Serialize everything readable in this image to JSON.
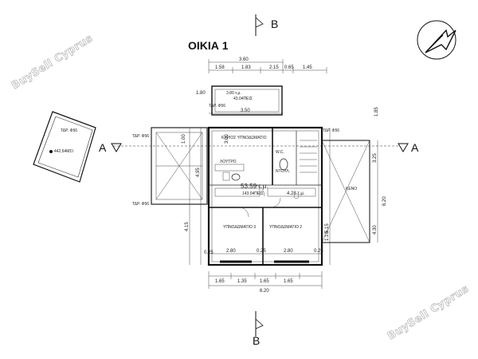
{
  "title": "ΟΙΚΙΑ 1",
  "section_marks": {
    "top": "B",
    "bottom": "B",
    "left": "A",
    "right": "A"
  },
  "watermark": "BuySell Cyprus",
  "plot": {
    "area": "442,64ΜΣΙ",
    "level": "ΤΔΡ. Φ56"
  },
  "rooms": {
    "master_bedroom": "ΚΥΡΙΟΣ ΥΠΝΟΔΩΜΑΤΙΟ",
    "bedroom3": "ΥΠΝΟΔΩΜΑΤΙΟ 3",
    "bedroom2": "ΥΠΝΟΔΩΜΑΤΙΟ 2",
    "void": "ΚΕΝΟ",
    "wc": "W.C.",
    "bath": "ΛΟΥΤΡΟ",
    "wardrobe": "ΝΤΟΥΛ."
  },
  "areas": {
    "main": "53.59 τ.μ.",
    "main_sub": "143.04ΠΕΙΣ",
    "top": "3.80 τ.μ.",
    "top_sub": "43.04ΠΕΙΣ",
    "small": "4.28 τ.μ."
  },
  "levels": {
    "tdp": "ΤΔΡ. Φ56"
  },
  "dims_top": [
    "3.60",
    "1.58",
    "1.83",
    "2.15",
    "0.65",
    "1.45",
    "3.50",
    "1.80",
    "1.85"
  ],
  "dims_bottom": [
    "0.25",
    "2.80",
    "0.25",
    "2.80",
    "0.25",
    "1.65",
    "1.35",
    "1.65",
    "1.65",
    "6.20"
  ],
  "dims_side": [
    "4.15",
    "4.95",
    "5.15",
    "1.10",
    "3.25",
    "6.20",
    "4.30",
    "3.00",
    "1.00"
  ]
}
